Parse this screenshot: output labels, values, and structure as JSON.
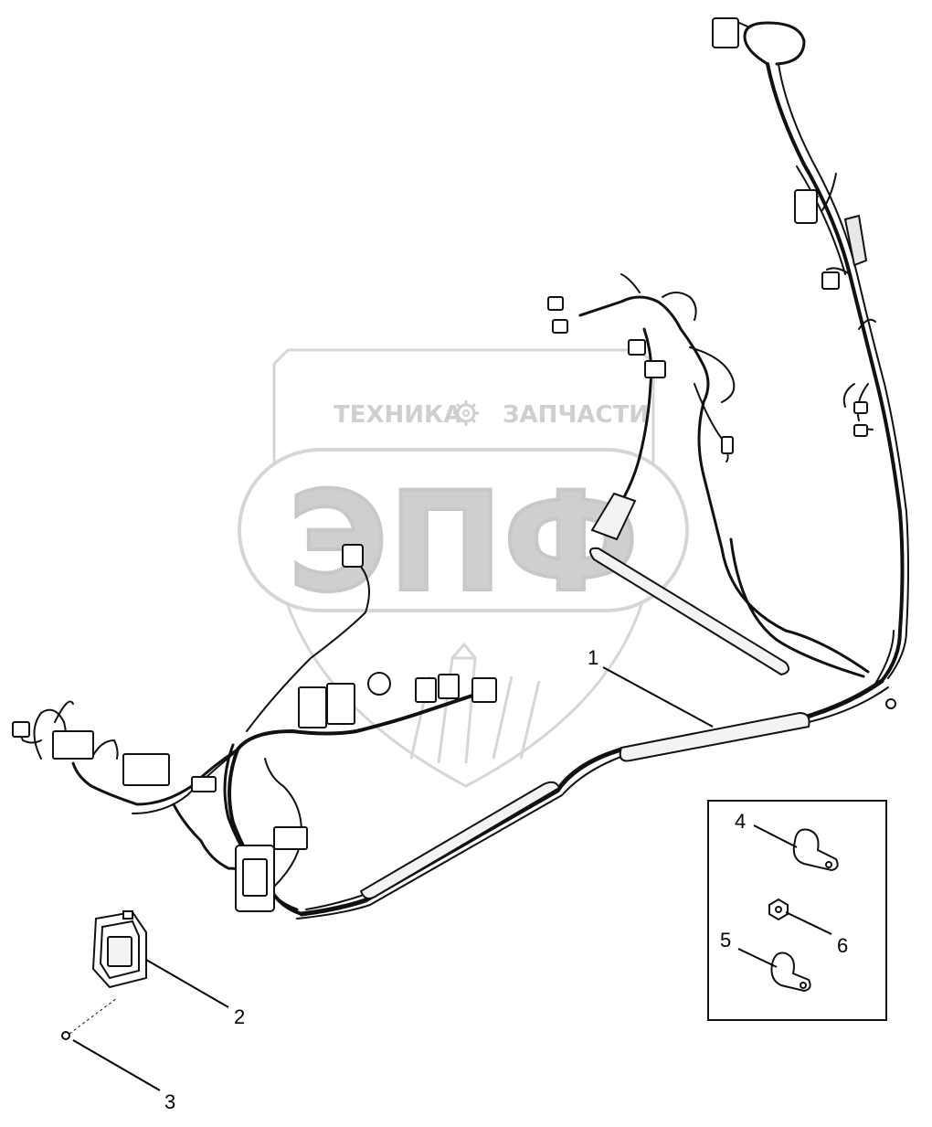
{
  "watermark": {
    "top_left_word": "ТЕХНИКА",
    "top_right_word": "ЗАПЧАСТИ",
    "big_letters": "ЭПФ",
    "color": "#cfcfcf"
  },
  "callouts": [
    {
      "id": "1",
      "label": "1"
    },
    {
      "id": "2",
      "label": "2"
    },
    {
      "id": "3",
      "label": "3"
    },
    {
      "id": "4",
      "label": "4"
    },
    {
      "id": "5",
      "label": "5"
    },
    {
      "id": "6",
      "label": "6"
    }
  ],
  "colors": {
    "line": "#000000",
    "harness": "#111111",
    "sleeve_fill": "#f2f2f2"
  }
}
